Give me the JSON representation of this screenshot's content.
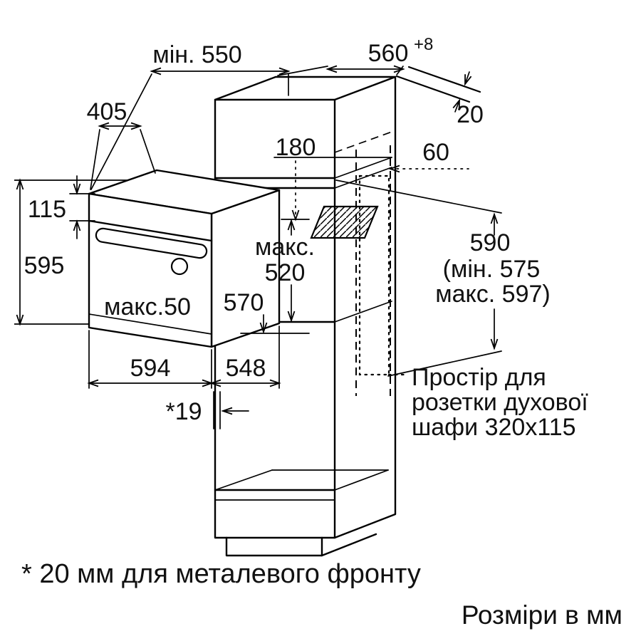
{
  "colors": {
    "ink": "#000000",
    "background": "#ffffff"
  },
  "dim_labels": {
    "min550": "мін. 550",
    "w560": "560",
    "w560_tol": "+8",
    "gap20": "20",
    "d405": "405",
    "d180": "180",
    "d60": "60",
    "h115": "115",
    "h595": "595",
    "max_word": "макс.",
    "d520": "520",
    "d570": "570",
    "max50": "макс.50",
    "h590": "590",
    "h590_min": "(мін. 575",
    "h590_max": "макс. 597)",
    "w594": "594",
    "d548": "548",
    "p19": "*19"
  },
  "socket_note": {
    "line1": "Простір для",
    "line2": "розетки духової",
    "line3": "шафи 320x115"
  },
  "footnote": "* 20 мм для металевого фронту",
  "units_note": "Розміри в мм"
}
